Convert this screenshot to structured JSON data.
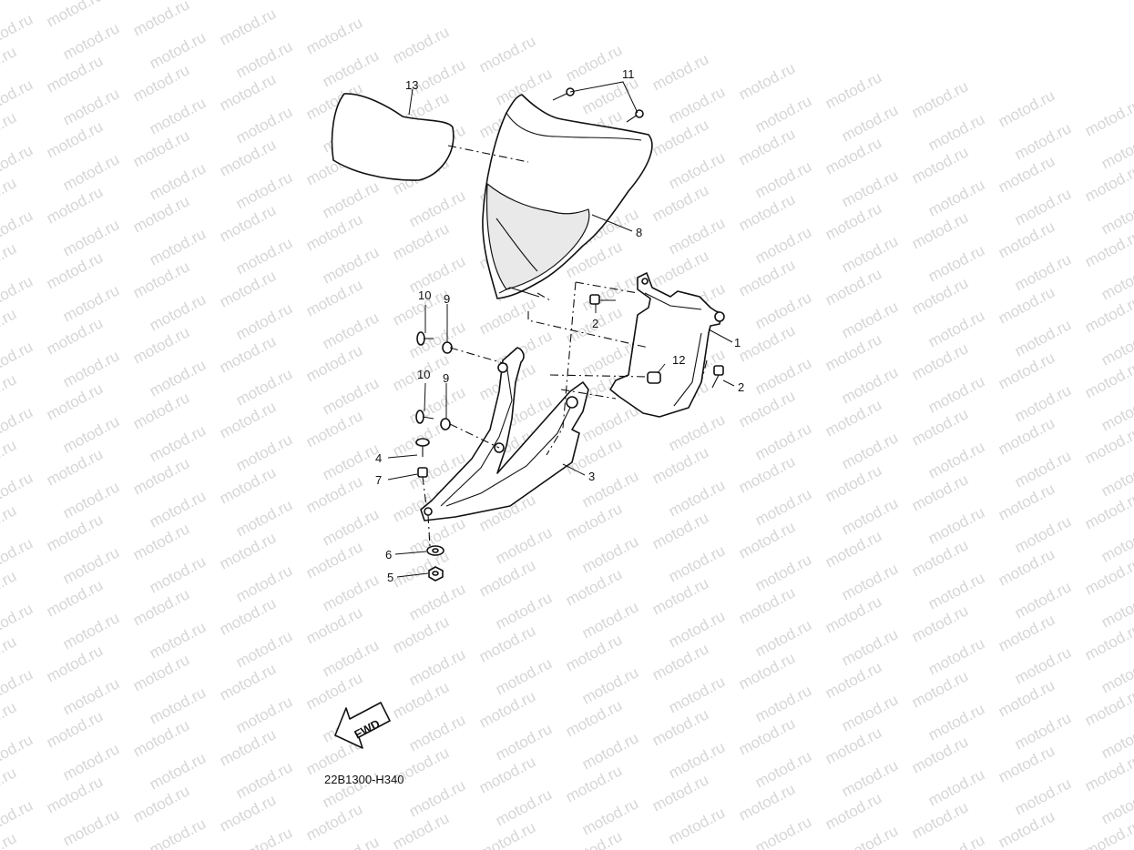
{
  "watermark": "motod.ru",
  "diagram_code": "22B1300-H340",
  "fwd_label": "FWD",
  "callouts": {
    "p1": "1",
    "p2a": "2",
    "p2b": "2",
    "p3": "3",
    "p4": "4",
    "p5": "5",
    "p6": "6",
    "p7": "7",
    "p8": "8",
    "p9a": "9",
    "p9b": "9",
    "p10a": "10",
    "p10b": "10",
    "p11": "11",
    "p12": "12",
    "p13": "13"
  }
}
